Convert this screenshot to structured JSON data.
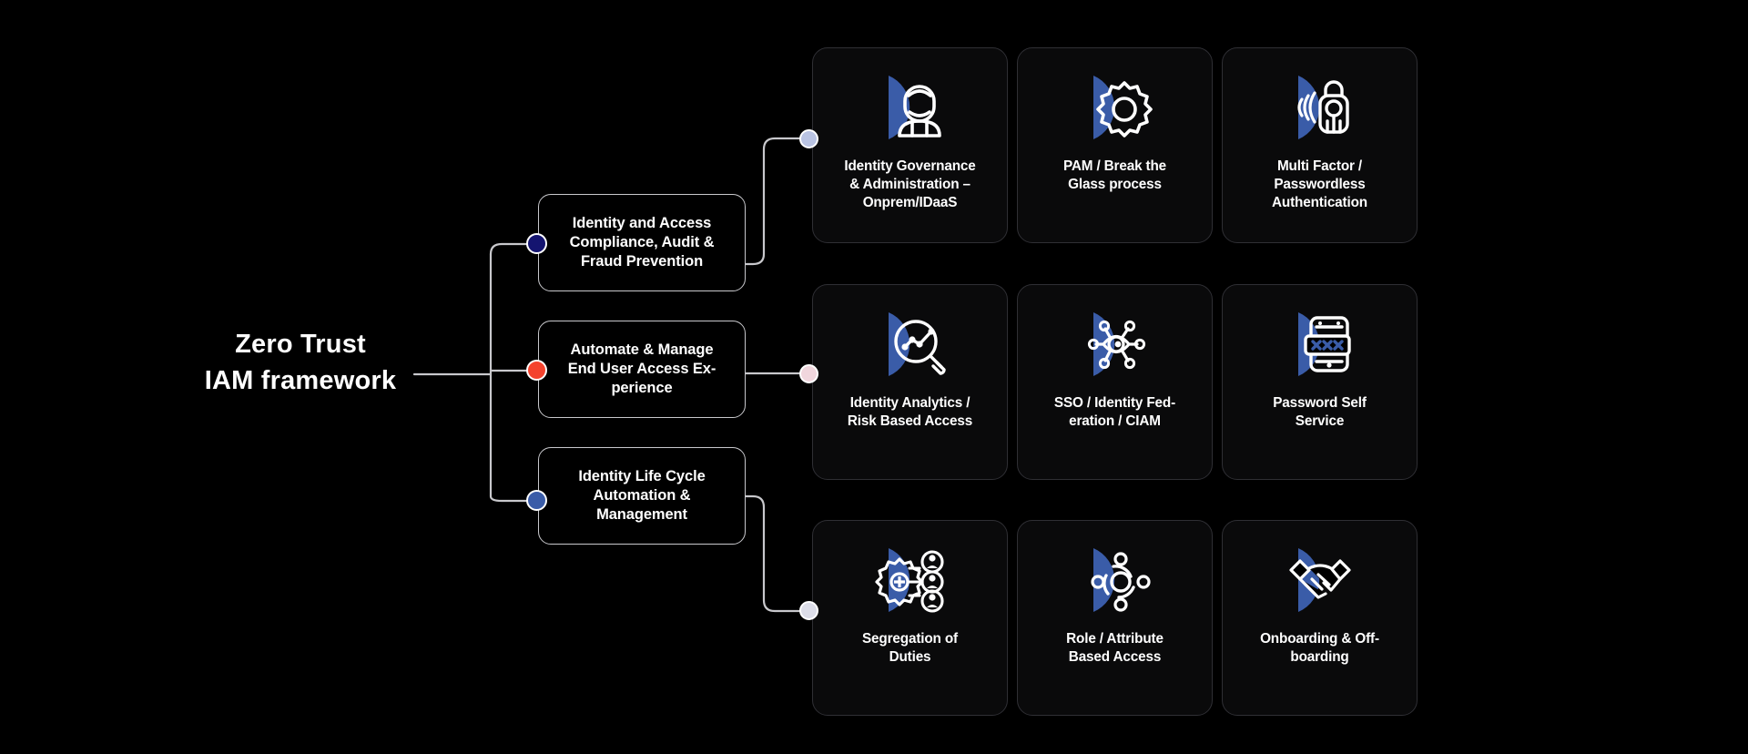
{
  "root": {
    "line1": "Zero Trust",
    "line2": "IAM framework"
  },
  "colors": {
    "accent_blue": "#3a5ca8",
    "branch_navy": "#141470",
    "branch_red": "#f4432e",
    "branch_blue": "#3a5ca8",
    "node_row1": "#b9c3e2",
    "node_row2": "#f0d6dd",
    "node_row3": "#dcdde8",
    "background": "#000000",
    "card_border": "#2f2f34",
    "connector": "#c8c8cc",
    "text": "#ffffff"
  },
  "branches": [
    {
      "id": "identity-access-compliance",
      "line1": "Identity and Access",
      "line2": "Compliance, Audit &",
      "line3": "Fraud Prevention",
      "dot_color": "#141470"
    },
    {
      "id": "automate-manage-end-user",
      "line1": "Automate & Manage",
      "line2": "End User Access Ex-",
      "line3": "perience",
      "dot_color": "#f4432e"
    },
    {
      "id": "identity-life-cycle",
      "line1": "Identity Life Cycle",
      "line2": "Automation &",
      "line3": "Management",
      "dot_color": "#3a5ca8"
    }
  ],
  "rows": [
    {
      "cards": [
        {
          "icon": "user-avatar-icon",
          "line1": "Identity Governance",
          "line2": "& Administration –",
          "line3": "Onprem/IDaaS"
        },
        {
          "icon": "gear-icon",
          "line1": "PAM / Break the",
          "line2": "Glass process",
          "line3": ""
        },
        {
          "icon": "fingerprint-lock-icon",
          "line1": "Multi Factor /",
          "line2": "Passwordless",
          "line3": "Authentication"
        }
      ]
    },
    {
      "cards": [
        {
          "icon": "magnifier-analytics-icon",
          "line1": "Identity Analytics /",
          "line2": "Risk Based Access",
          "line3": ""
        },
        {
          "icon": "eye-network-icon",
          "line1": "SSO / Identity Fed-",
          "line2": "eration / CIAM",
          "line3": ""
        },
        {
          "icon": "phone-password-icon",
          "line1": "Password Self",
          "line2": "Service",
          "line3": ""
        }
      ]
    },
    {
      "cards": [
        {
          "icon": "gear-users-icon",
          "line1": "Segregation of",
          "line2": "Duties",
          "line3": ""
        },
        {
          "icon": "role-hub-icon",
          "line1": "Role / Attribute",
          "line2": "Based Access",
          "line3": ""
        },
        {
          "icon": "handshake-icon",
          "line1": "Onboarding & Off-",
          "line2": "boarding",
          "line3": ""
        }
      ]
    }
  ]
}
